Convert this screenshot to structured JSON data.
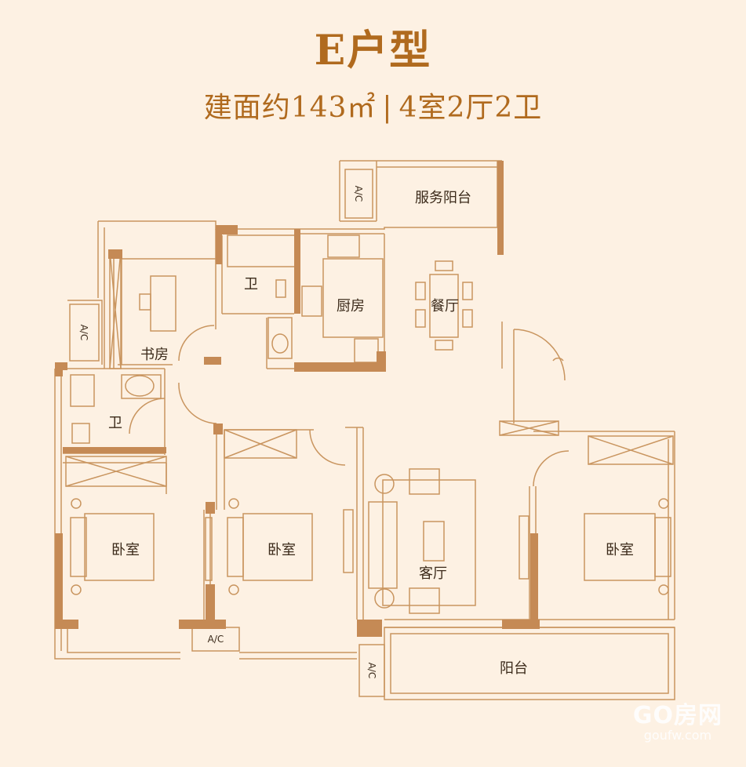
{
  "header": {
    "title": "E户型",
    "area_text": "建面约143㎡",
    "separator": "|",
    "layout_text": "4室2厅2卫"
  },
  "rooms": {
    "service_balcony": "服务阳台",
    "bathroom_top": "卫",
    "kitchen": "厨房",
    "dining": "餐厅",
    "study": "书房",
    "bathroom_left": "卫",
    "bedroom_left": "卧室",
    "bedroom_middle": "卧室",
    "living": "客厅",
    "bedroom_right": "卧室",
    "balcony": "阳台"
  },
  "ac_units": {
    "ac_top": "A/C",
    "ac_left": "A/C",
    "ac_bottom": "A/C",
    "ac_bottom_right": "A/C"
  },
  "watermark": {
    "logo": "GO房网",
    "url": "goufw.com"
  },
  "colors": {
    "background": "#fdf1e3",
    "wall": "#c58a55",
    "line": "#c9955f",
    "title": "#b06a1e"
  }
}
